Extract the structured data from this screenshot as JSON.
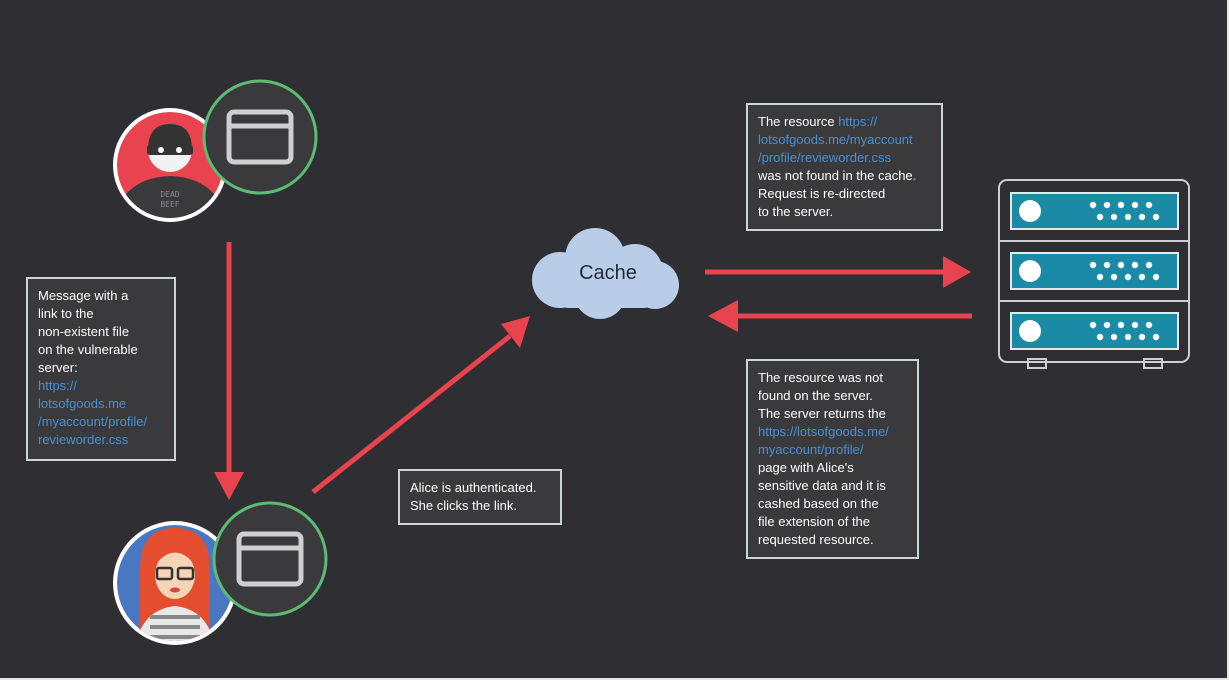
{
  "cache": {
    "label": "Cache"
  },
  "notes": {
    "message": {
      "text_top": "Message with a\nlink to the\nnon-existent file\non the vulnerable\nserver:",
      "link": "https://\nlotsofgoods.me\n/myaccount/profile/\nrevieworder.css"
    },
    "alice": {
      "text": "Alice is authenticated.\nShe clicks the link."
    },
    "cache_miss": {
      "prefix": "The resource ",
      "link": "https://\nlotsofgoods.me/myaccount\n/profile/revieworder.css",
      "suffix": "was not found in the cache.\nRequest is re-directed\nto the server."
    },
    "server_response": {
      "text_top": "The resource was not\nfound on the server.\nThe server returns the",
      "link": "https://lotsofgoods.me/\nmyaccount/profile/",
      "text_bottom": "page with Alice's\nsensitive data and it is\ncashed based on the\nfile extension of the\nrequested resource."
    }
  },
  "attacker_shirt_text": {
    "line1": "DEAD",
    "line2": "BEEF"
  },
  "colors": {
    "background": "#2e2e33",
    "arrow": "#e8434e",
    "ring_green": "#5dbb73",
    "cloud": "#b9cde9",
    "server_teal": "#1a8aa6",
    "link": "#4a8fd0"
  }
}
